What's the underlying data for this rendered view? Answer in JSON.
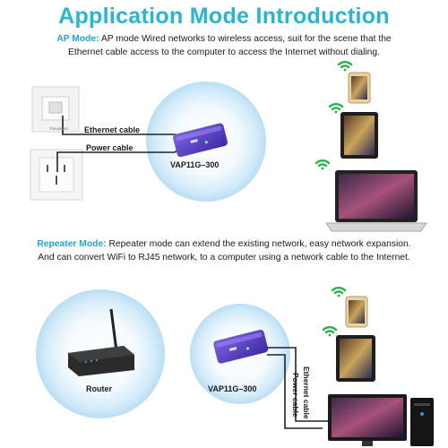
{
  "title": "Application Mode Introduction",
  "ap": {
    "label": "AP Mode:",
    "text1": "AP mode Wired networks to wireless access, suit for the scene that the",
    "text2": "Ethernet cable access to the computer to access the Internet without dialing.",
    "wall_brand": "Panasonic",
    "ethernet_label": "Ethernet cable",
    "power_label": "Power cable",
    "device_label": "VAP11G–300"
  },
  "repeater": {
    "label": "Repeater Mode:",
    "text1": "Repeater mode can extend the existing network, easy network expansion.",
    "text2": "And can convert WiFi to RJ45 network, to a computer using a network cable to the Internet.",
    "router_label": "Router",
    "device_label": "VAP11G–300",
    "ethernet_label": "Ethernet cable",
    "power_label": "Power cable"
  },
  "colors": {
    "title": "#25b6d6",
    "mode_label": "#1ea6d8",
    "device": "#5a3fc4",
    "halo": "#cfe9f8"
  }
}
